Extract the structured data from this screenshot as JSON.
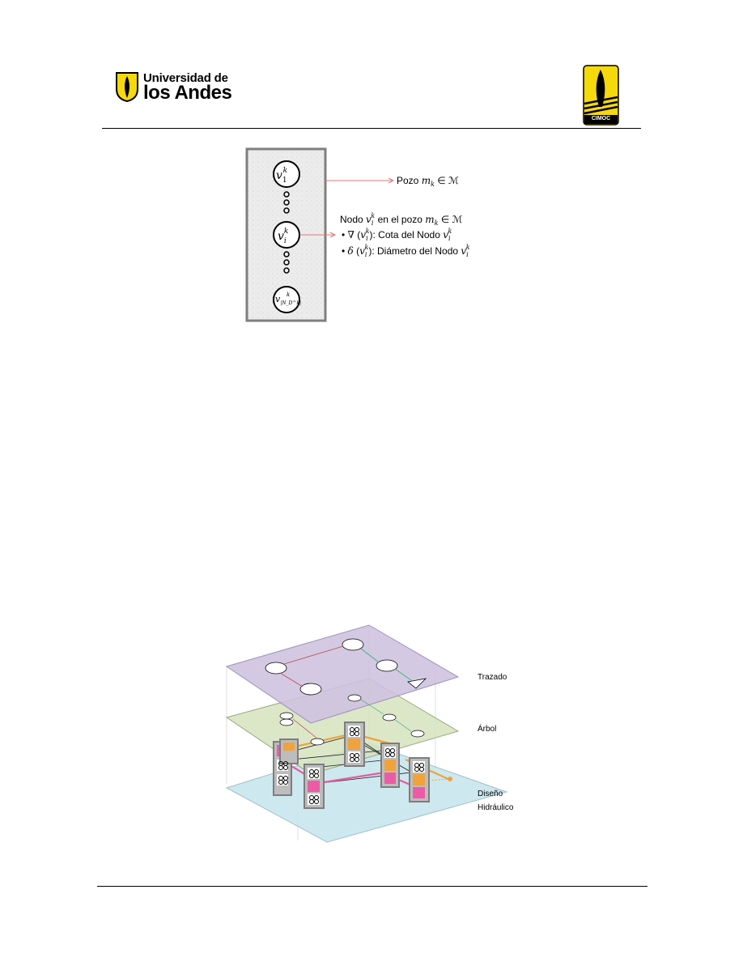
{
  "header": {
    "university_line1": "Universidad de",
    "university_line2": "los Andes",
    "right_logo_label": "CIMOC"
  },
  "figure1": {
    "nodes": [
      {
        "base": "v",
        "sub": "1",
        "sup": "k"
      },
      {
        "base": "v",
        "sub": "i",
        "sup": "k"
      },
      {
        "base": "v",
        "sub": "|N_D^k|",
        "sup": "k"
      }
    ],
    "label_pozo_prefix": "Pozo ",
    "label_pozo_math": "m",
    "label_pozo_sub": "k",
    "label_pozo_suffix": " ∈ ℳ",
    "label_nodo_prefix": "Nodo ",
    "label_nodo_mid": " en el pozo ",
    "label_nodo_suffix": " ∈ ℳ",
    "bullet1_symbol": "∇",
    "bullet1_text": ": Cota del Nodo ",
    "bullet2_symbol": "δ",
    "bullet2_text": ": Diámetro del Nodo "
  },
  "figure2": {
    "layers": [
      {
        "name": "Trazado",
        "color": "#cfc2e0"
      },
      {
        "name": "Árbol",
        "color": "#d6e3bf"
      },
      {
        "name": "Diseño",
        "name2": "Hidráulico",
        "color": "#c8e6ee"
      }
    ]
  }
}
